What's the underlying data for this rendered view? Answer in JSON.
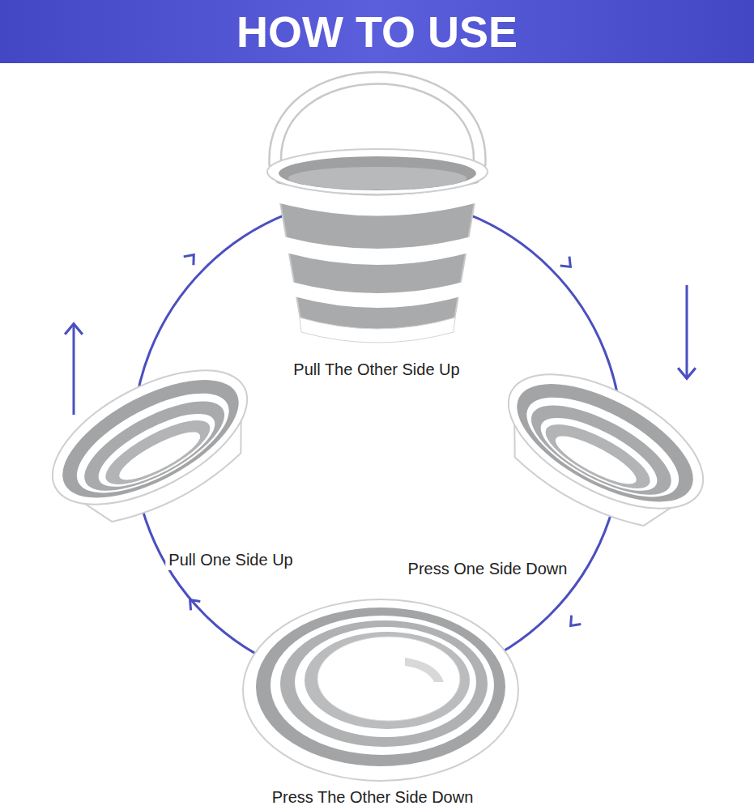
{
  "diagram": {
    "title": "HOW TO USE",
    "labels": [
      "Pull The Other Side Up",
      "Press One Side Down",
      "Press The Other Side Down",
      "Pull One Side Up"
    ]
  }
}
